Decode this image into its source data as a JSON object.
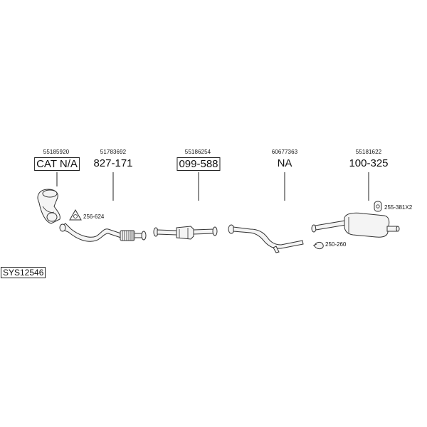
{
  "system_code": "SYS12546",
  "parts": [
    {
      "oem": "55185920",
      "code": "CAT N/A"
    },
    {
      "oem": "51783692",
      "code": "827-171"
    },
    {
      "oem": "55186254",
      "code": "099-588"
    },
    {
      "oem": "60677363",
      "code": "NA"
    },
    {
      "oem": "55181622",
      "code": "100-325"
    }
  ],
  "accessories": [
    {
      "code": "256-624",
      "icon": "triangle-gasket-icon"
    },
    {
      "code": "250-260",
      "icon": "clamp-icon"
    },
    {
      "code": "255-381X2",
      "icon": "rubber-hanger-icon"
    }
  ]
}
